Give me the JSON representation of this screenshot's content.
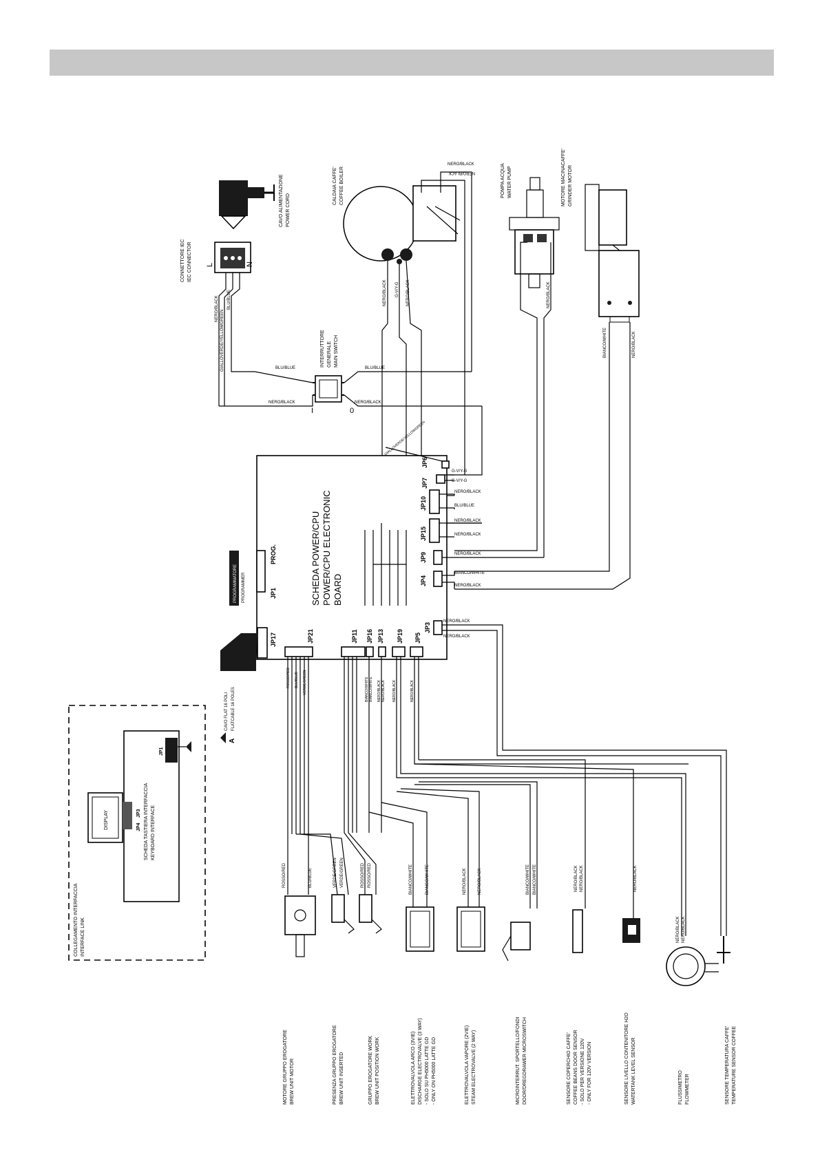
{
  "labels": {
    "power_cord": [
      "CAVO ALIMENTAZIONE",
      "POWER CORD"
    ],
    "iec_connector": [
      "CONNETTORE IEC",
      "IEC CONNECTOR"
    ],
    "coffee_boiler": [
      "CALDAIA CAFFE'",
      "COFFEE BOILER"
    ],
    "water_pump": [
      "POMPA ACQUA",
      "WATER PUMP"
    ],
    "grinder_motor": [
      "MOTORE MACINACAFFE'",
      "GRINDER MOTOR"
    ],
    "main_switch": [
      "INTERRUTTORE",
      "GENERALE",
      "MAIN SWITCH"
    ],
    "switch_off": "0",
    "switch_on": "I",
    "cpu_board": [
      "SCHEDA POWER/CPU",
      "POWER/CPU ELECTRONIC",
      "BOARD"
    ],
    "programmer": [
      "PROGRAMMATORE",
      "PROGRAMMER"
    ],
    "prog": "PROG.",
    "flat_cable": [
      "CAVO FLAT 16 POLI",
      "FLATCABLE 16 POLES"
    ],
    "point_a": "A",
    "interface_link": [
      "COLLEGAMENTO INTERFACCIA",
      "INTERFACE LINK"
    ],
    "keyboard_interface": [
      "SCHEDA TASTIERA INTERFACCIA",
      "KEYBOARD INTERFACE"
    ],
    "display": "DISPLAY",
    "l": "L",
    "n": "N"
  },
  "connectors": {
    "jp1": "JP1",
    "jp3": "JP3",
    "jp4": "JP4",
    "jp5": "JP5",
    "jp6": "JP6",
    "jp7": "JP7",
    "jp9": "JP9",
    "jp10": "JP10",
    "jp11": "JP11",
    "jp13": "JP13",
    "jp15": "JP15",
    "jp16": "JP16",
    "jp17": "JP17",
    "jp19": "JP19",
    "jp21": "JP21",
    "kb_jp1": "JP1",
    "kb_jp3": "JP3",
    "kb_jp4": "JP4"
  },
  "wires": {
    "nero_black": "NERO/BLACK",
    "blu_blue": "BLU/BLUE",
    "gialloverde": "GIALLOVERDE/YELLOWGREEN",
    "gvg": "G-V/Y-G",
    "bianco_white": "BIANCO/WHITE",
    "rosso_red": "ROSSO/RED",
    "verde_green": "VERDE/GREEN"
  },
  "components": [
    [
      "MOTORE GRUPPO EROGATORE",
      "BREW UNIT MOTOR"
    ],
    [
      "PRESENZA GRUPPO EROGATORE",
      "BREW UNIT INSERTED"
    ],
    [
      "GRUPPO EROGATORE WORK",
      "BREW UNIT POSITION WORK"
    ],
    [
      "ELETTROVALVOLA ARCO (3VIE)",
      "DISCHARGE ELECTROVALVE (3 WAY)",
      "- SOLO SU PH5000 LATTE GD",
      "- ONLY ON PH5000 LATTE GD"
    ],
    [
      "ELETTROVALVOLA VAPORE (2VIE)",
      "STEAM ELECTROVALVE (2 WAY)"
    ],
    [
      "MICROINTERRUT. SPORTELLO/FONDI",
      "DOOR/DREGDRAWER MICROSWITCH"
    ],
    [
      "SENSORE COPERCHIO CAFFE'",
      "COFFEE BEANS DOOR SENSOR",
      "- SOLO PER VERSIONE 120V",
      "- ONLY FOR 120V VERSION"
    ],
    [
      "SENSORE LIVELLO CONTENITORE H2O",
      "WATERTANK LEVEL SENSOR"
    ],
    [
      "FLUSSIMETRO",
      "FLOWMETER"
    ],
    [
      "SENSORE TEMPERATURA CAFFE'",
      "TEMPERATURE SENSOR COFFEE"
    ]
  ]
}
